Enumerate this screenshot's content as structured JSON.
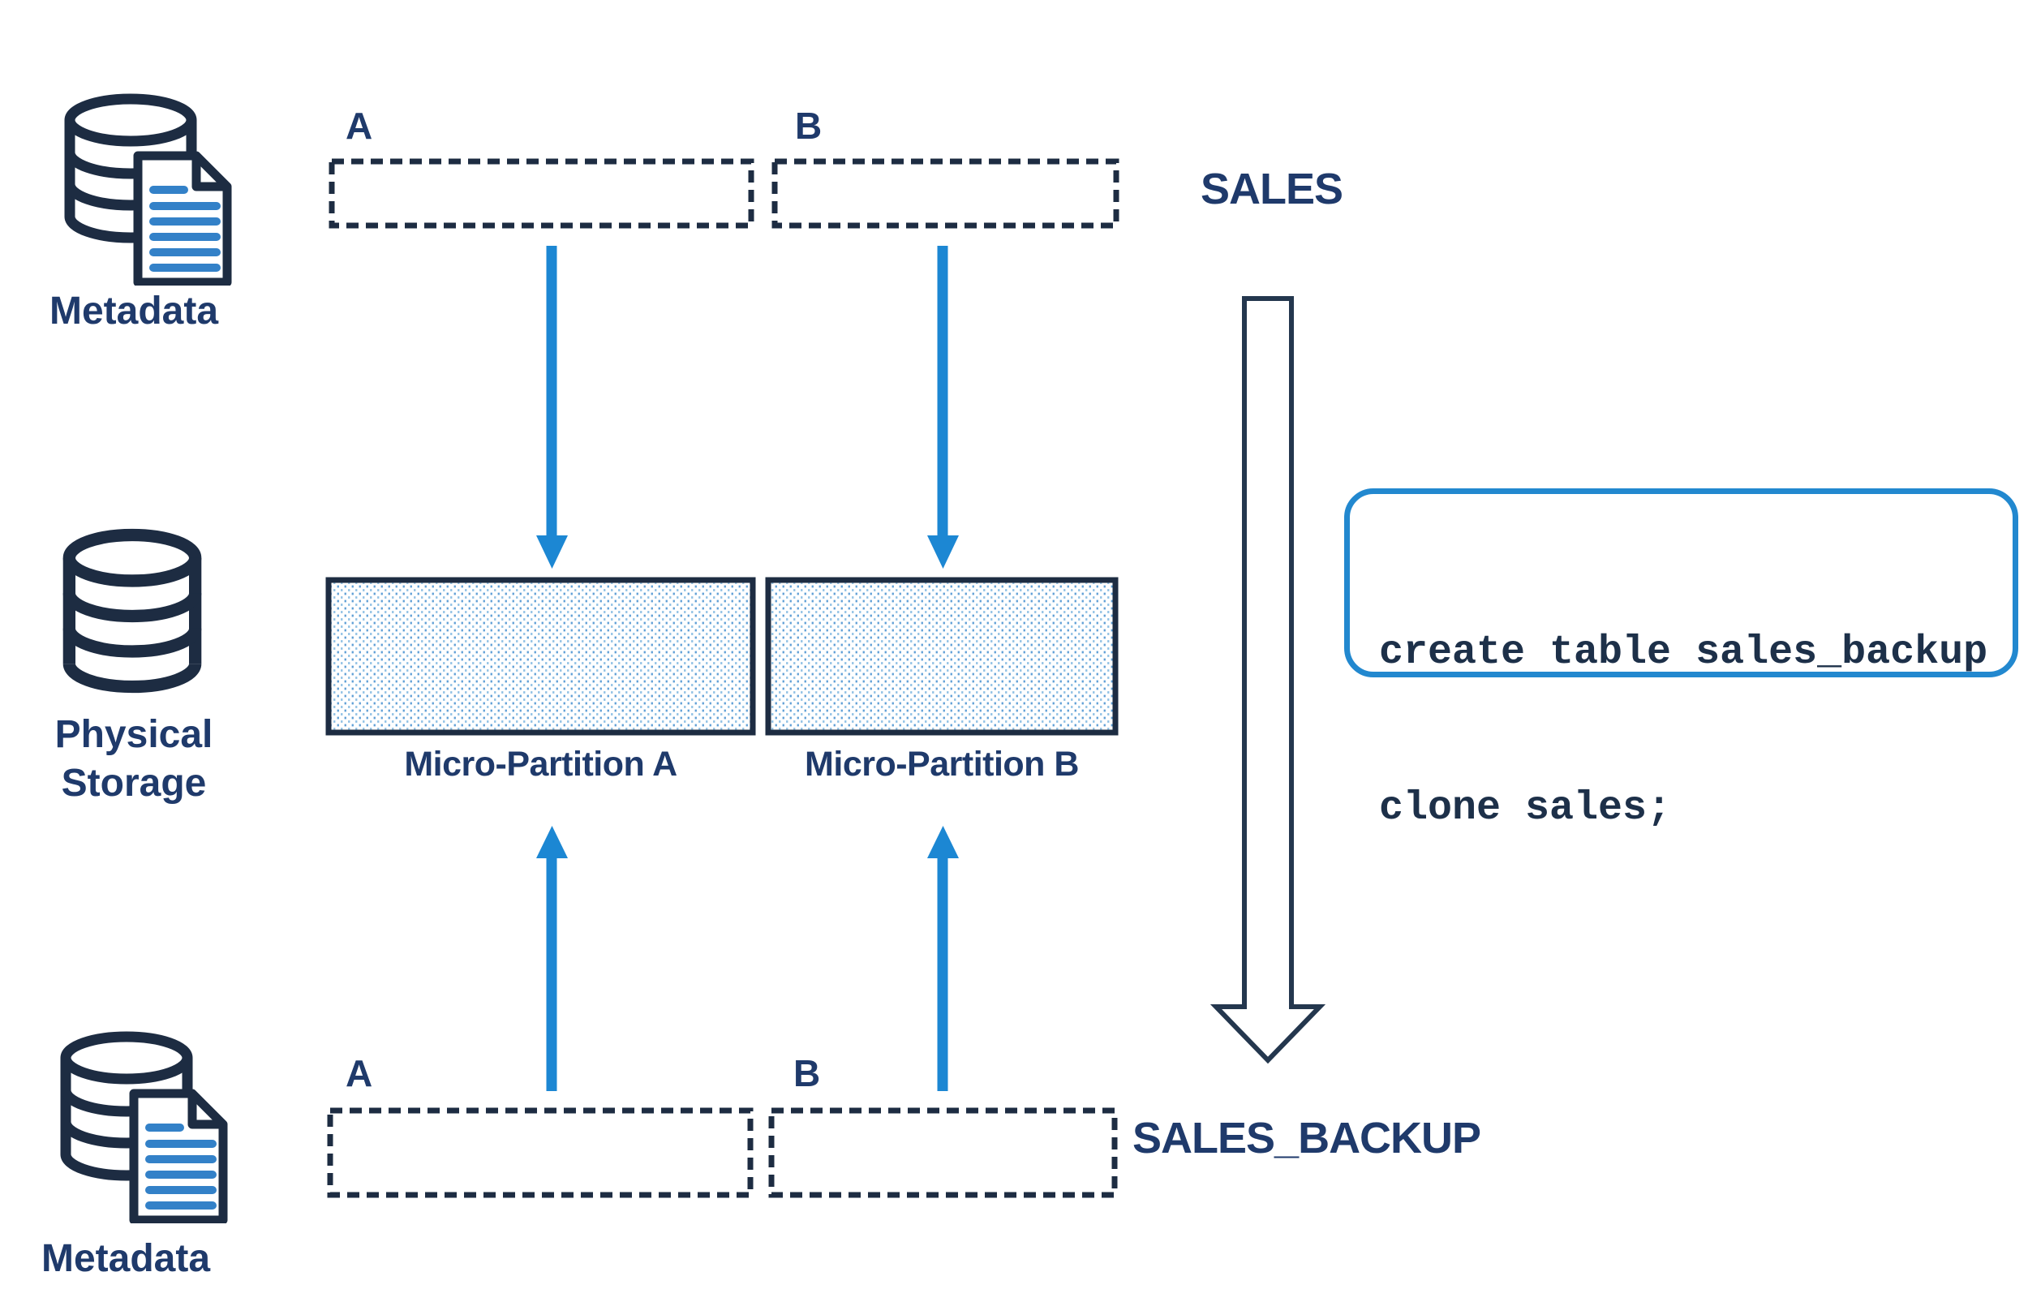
{
  "colors": {
    "navy_outline": "#1d2c42",
    "label_blue": "#1f3a6b",
    "arrow_blue": "#1c87d3",
    "code_border_blue": "#2288cf",
    "code_text_navy": "#1d3049",
    "doc_line_blue": "#3381c8",
    "partition_dot_blue": "#5f9fd6",
    "background": "#ffffff"
  },
  "left_column": {
    "metadata_top": {
      "icon": "database-document-icon",
      "label": "Metadata"
    },
    "physical_storage": {
      "icon": "database-icon",
      "label_line1": "Physical",
      "label_line2": "Storage"
    },
    "metadata_bottom": {
      "icon": "database-document-icon",
      "label": "Metadata"
    }
  },
  "sales_table": {
    "name": "SALES",
    "partition_a_label": "A",
    "partition_b_label": "B"
  },
  "micro_partitions": {
    "a_label": "Micro-Partition A",
    "b_label": "Micro-Partition B"
  },
  "sales_backup_table": {
    "name": "SALES_BACKUP",
    "partition_a_label": "A",
    "partition_b_label": "B"
  },
  "code_box": {
    "line1": "create table sales_backup",
    "line2": "clone sales;"
  }
}
